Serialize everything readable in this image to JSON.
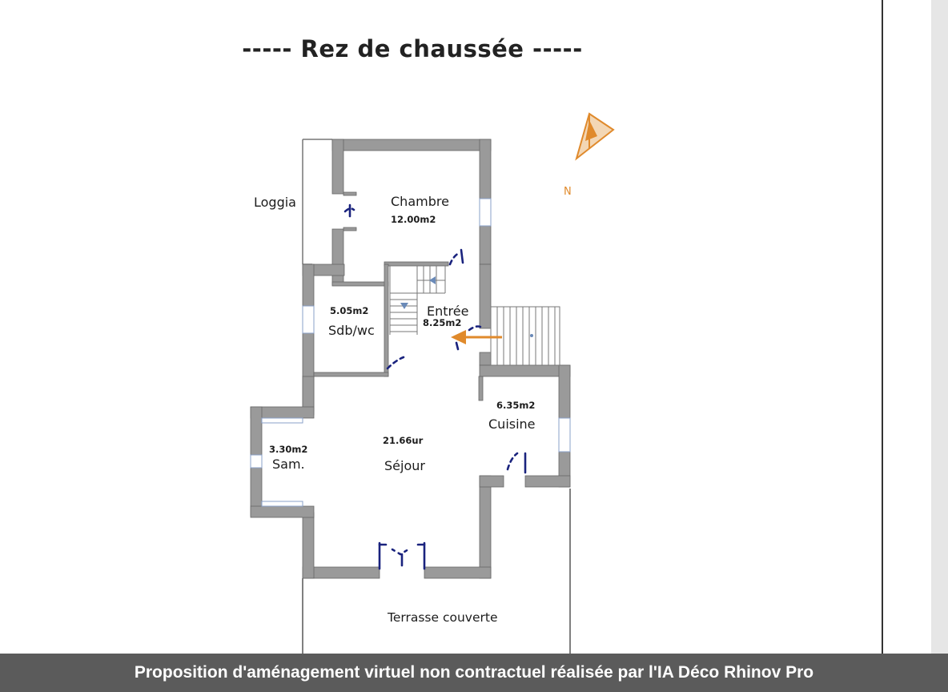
{
  "title": "-----  Rez de chaussée  -----",
  "compass": {
    "label": "N"
  },
  "rooms": {
    "loggia": {
      "name": "Loggia"
    },
    "chambre": {
      "name": "Chambre",
      "area": "12.00m2"
    },
    "sdb": {
      "name": "Sdb/wc",
      "area": "5.05m2"
    },
    "entree": {
      "name": "Entrée",
      "area": "8.25m2"
    },
    "cuisine": {
      "name": "Cuisine",
      "area": "6.35m2"
    },
    "sam": {
      "name": "Sam.",
      "area": "3.30m2"
    },
    "sejour": {
      "name": "Séjour",
      "area": "21.66ur"
    },
    "terrasse": {
      "name": "Terrasse couverte"
    }
  },
  "colors": {
    "wall": "#9a9a9a",
    "door": "#1a237e",
    "accent": "#e08a2c",
    "footer_bg": "#5b5b5b"
  },
  "footer": {
    "text": "Proposition d'aménagement virtuel non contractuel réalisée par l'IA Déco Rhinov Pro"
  }
}
